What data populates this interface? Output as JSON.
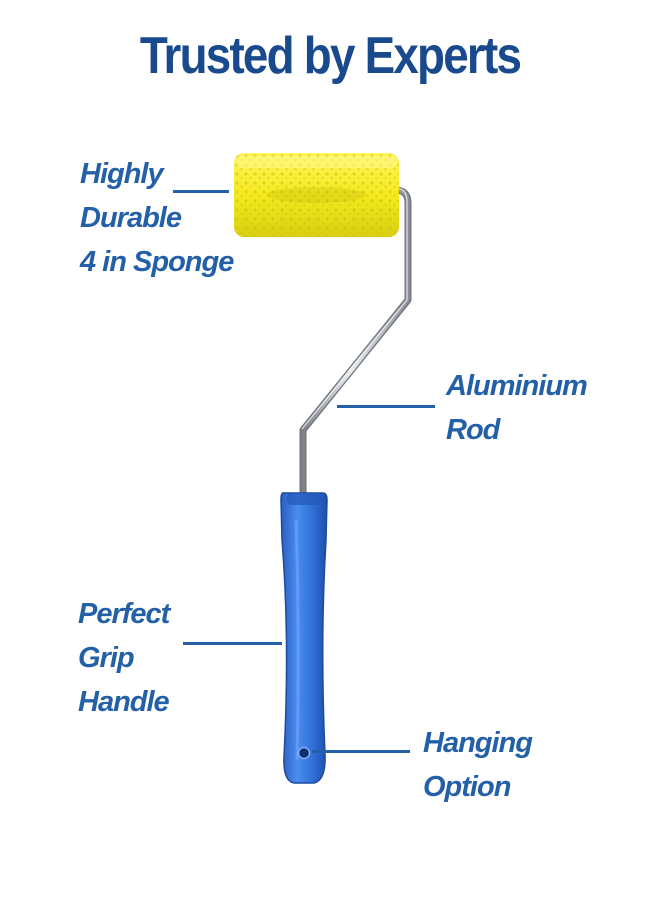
{
  "title": "Trusted by Experts",
  "colors": {
    "title": "#1a4a8e",
    "label": "#2460a8",
    "sponge": "#f2ea1d",
    "handle": "#2f6fd6",
    "rod": "#b8bcc2"
  },
  "labels": {
    "sponge": [
      "Highly",
      "Durable",
      "4 in Sponge"
    ],
    "rod": [
      "Aluminium",
      "Rod"
    ],
    "handle": [
      "Perfect",
      "Grip",
      "Handle"
    ],
    "hanging": [
      "Hanging",
      "Option"
    ]
  },
  "product": {
    "name": "paint-roller",
    "parts": [
      "sponge-roller",
      "aluminium-rod",
      "grip-handle",
      "hanging-hole"
    ]
  }
}
